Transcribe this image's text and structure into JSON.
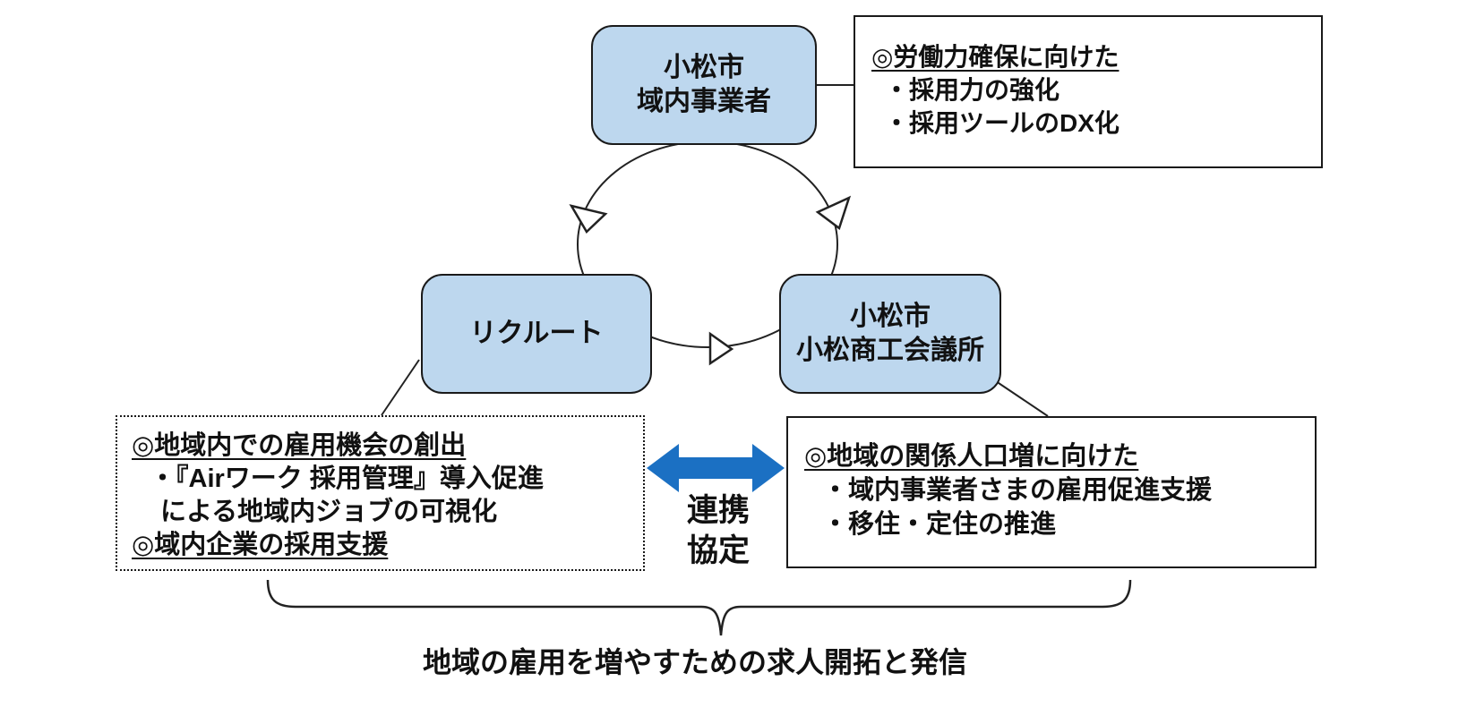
{
  "colors": {
    "node_fill": "#BDD7EE",
    "node_border": "#1a1a1a",
    "line_color": "#222222",
    "arrow_blue": "#1B70C3"
  },
  "nodes": {
    "local_businesses": {
      "line1": "小松市",
      "line2": "域内事業者"
    },
    "recruit": {
      "label": "リクルート"
    },
    "chamber": {
      "line1": "小松市",
      "line2": "小松商工会議所"
    }
  },
  "boxes": {
    "labor_force": {
      "heading": "◎労働力確保に向けた",
      "items": [
        "・採用力の強化",
        "・採用ツールのDX化"
      ]
    },
    "recruit_role": {
      "heading1": "◎地域内での雇用機会の創出",
      "item1": "・『Airワーク 採用管理』導入促進",
      "item1_cont": "による地域内ジョブの可視化",
      "heading2": "◎域内企業の採用支援"
    },
    "chamber_role": {
      "heading": "◎地域の関係人口増に向けた",
      "items": [
        "・域内事業者さまの雇用促進支援",
        "・移住・定住の推進"
      ]
    }
  },
  "partnership": {
    "line1": "連携",
    "line2": "協定"
  },
  "caption": "地域の雇用を増やすための求人開拓と発信"
}
